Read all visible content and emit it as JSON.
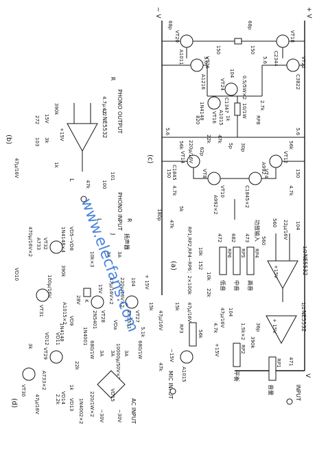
{
  "rail_labels": {
    "vplus": "+ V",
    "vminus": "− V",
    "v": "V",
    "plus15": "+15V",
    "minus15": "−15V",
    "plus15b": "+ 15V",
    "minus15b": "−15V"
  },
  "section_labels": {
    "a": "(a)",
    "b": "(b)",
    "c": "(c)",
    "d": "(d)"
  },
  "ics": {
    "u1": "NE5532",
    "u1_frac": "1/2",
    "u2": "NE5532",
    "u2_frac": "1/2",
    "u3": "NE5532",
    "u3_frac": "1/2"
  },
  "connectors": {
    "input": "INPUT",
    "mic_input": "MIC INPUT",
    "phono_input": "PHONO INPUT",
    "phono_output": "PHONO OUTPUT",
    "ac_input": "AC INPUT",
    "ac_30a": "~30V",
    "ac_30b": "~30V",
    "speaker": "扬声器",
    "speaker_input": "功放输入",
    "treble": "高音",
    "bass": "低音",
    "tone_mid": "中音",
    "volume": "音量",
    "balance": "平衡",
    "r": "R",
    "l": "L",
    "j": "J"
  },
  "transistors": {
    "vt18": "VT18",
    "c2344": "C2344",
    "vt22": "VT22",
    "c3822": "C3822",
    "vt26": "VT26",
    "a1216": "A1216",
    "vt20": "VT20",
    "a1011": "A1011",
    "vt24": "VT24",
    "c1347": "C1347",
    "vt16": "VT16",
    "a1015": "A1015",
    "vt12": "VT12",
    "a992": "A992",
    "vt4": "VT4",
    "c1845x2": "C1845×2",
    "vt8": "VT8",
    "vt10": "VT10",
    "a992x2": "A992×2",
    "vt14": "VT14",
    "c1845": "C1845",
    "vt27": "VT27",
    "c2551": "2N5551",
    "vt28": "VT28",
    "a5401": "2N5401",
    "vt29": "VT29",
    "vt30": "VT30",
    "a733x2": "A733×2",
    "vt31": "VT31",
    "a1015x2": "A1015×2",
    "vt32": "VT32",
    "a733": "A733",
    "mic_q": "A1015"
  },
  "diodes": {
    "vd9": "VD9",
    "vd10": "VD10",
    "vd11": "VD11",
    "vd12": "VD12",
    "vd13": "VD13",
    "vd14": "VD14",
    "vd15": "VD15",
    "in4148x4": "1N4148×4",
    "vd5vd8": "VD5~VD8",
    "in4148b": "1N4148",
    "in4002": "1N4002×2",
    "in4001": "1N4001",
    "vd_a": "VDa"
  },
  "resistors": {
    "r_05": "0.5/5W×2",
    "r_10": "10/1W",
    "r56": "5.6",
    "r56b": "5.6",
    "r150": "150",
    "r150b": "150",
    "r150c": "150",
    "r150d": "150",
    "r27k": "2.7k",
    "rp8": "RP8",
    "r1k": "1k",
    "r1kb": "1k",
    "r820": "820",
    "r56k": "56k",
    "r56kb": "56k",
    "r56c": "5.6",
    "r56d": "5.6",
    "r47k": "47k",
    "r47kb": "47k",
    "r47kc": "47k",
    "r22k": "22k",
    "r47": "4.7k",
    "r47b": "4.7k",
    "r5k": "5k",
    "r150e": "150",
    "r15k": "15k",
    "r15kb": "15k",
    "r560": "560",
    "r560b": "560",
    "r22kc": "22k",
    "r10k": "10k",
    "r10kb": "10k",
    "r152": "152",
    "r473": "473",
    "r472": "472",
    "r682": "682",
    "r390k": "390k",
    "r390kb": "390k",
    "r15x2": "1.5k×2",
    "r47kd": "47k",
    "r1kc": "1k",
    "r22": "2.2k",
    "r56ke": "56k",
    "r47ke": "4.7k",
    "r101": "101",
    "r100": "100",
    "r3k": "3k",
    "r10kx3": "10k×3",
    "r680": "680/1W",
    "r680b": "680/1W",
    "r1kd": "1k",
    "r3kb": "3k",
    "r22kd": "22k",
    "r1kf": "1k",
    "r5k1": "5.1k"
  },
  "capacitors": {
    "c68p": "68p",
    "c68pb": "68p",
    "c104": "104",
    "c104b": "104",
    "c104c": "104",
    "c104d": "104",
    "c30p": "30p",
    "c5p": "5p",
    "c62p": "62p",
    "c220u": "220μ/16V",
    "c22u": "22μ/16V",
    "c180p": "180p",
    "c47u": "47μ/16V",
    "c47ub": "47μ/16V",
    "c47uc": "47μ/16V",
    "c47ud": "47μ/16V",
    "c36p": "36p",
    "c471": "471",
    "c272": "272",
    "c103": "103",
    "c47u2": "4.7μ×2",
    "c47u2b": "4.7μ×2",
    "c10000": "10000μ/50V×2",
    "c220u2": "220μ/16V×2",
    "c47u3": "47μ/16V×2",
    "c100u": "100μ/16V",
    "c470u": "470μ/16V×2",
    "c47u4": "47μ/16V",
    "c220": "220/1W×2"
  },
  "pots": {
    "rp1": "RP1",
    "rp2": "RP2",
    "rp3": "RP3",
    "rp4": "RP4",
    "rp5": "RP5",
    "rp6": "RP6",
    "rp7": "RP7",
    "rp_note": "RP1,RP2,RP4~RP6：2×100k"
  },
  "misc": {
    "k": "K",
    "k1": "K",
    "fuse3a": "3A",
    "fuse3ab": "3A",
    "fuse3ac": "3A",
    "fuse3ad": "3A",
    "fuse3ae": "3A",
    "v28": "28V",
    "v15": "15V",
    "v15b": "15V",
    "vp15": "+15V",
    "vm15": "−15V"
  },
  "watermark": "www.elecfans.com"
}
